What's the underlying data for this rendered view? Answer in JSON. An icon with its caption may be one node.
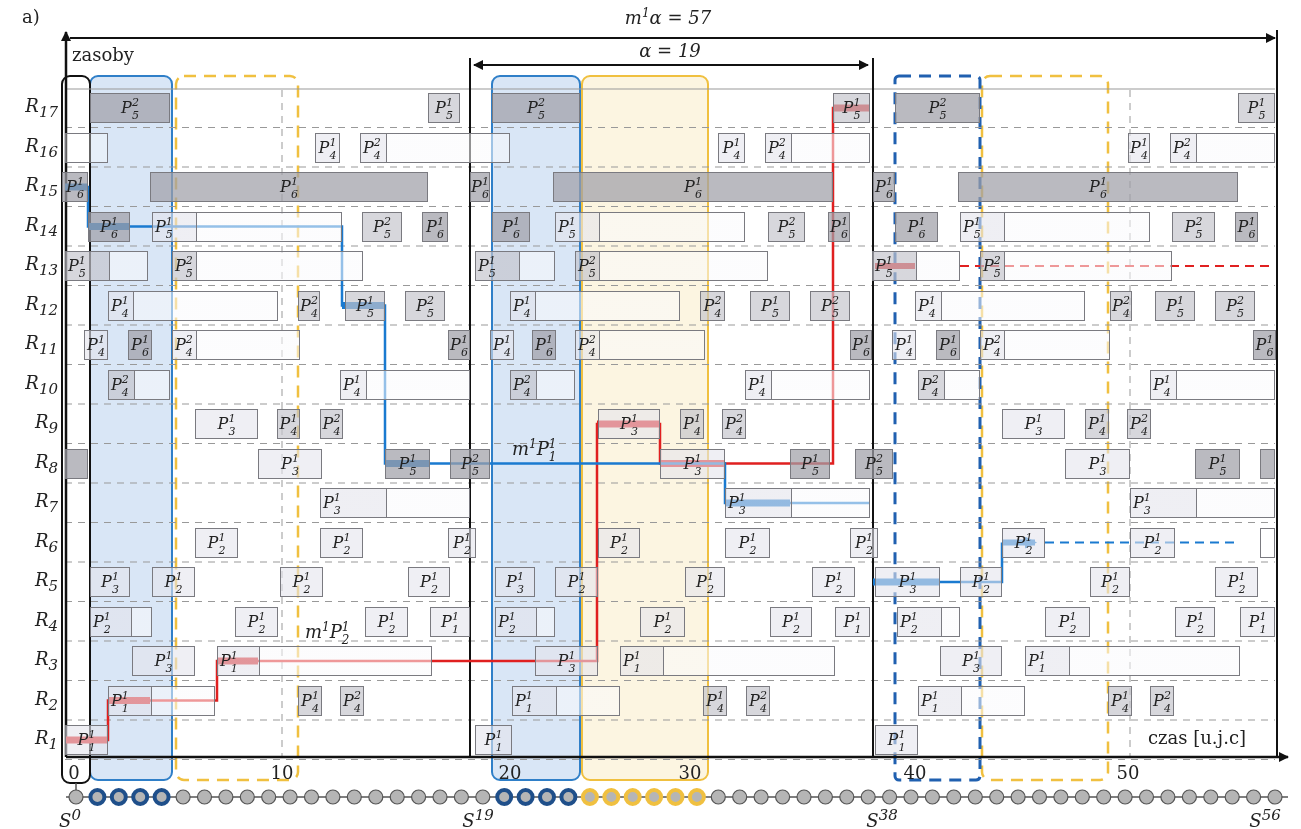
{
  "diagram": {
    "nodes": [
      {
        "text": [
          "P$_{5}$$^{2}$"
        ]
      },
      {
        "text": [
          "P$_{5}$$^{1}$"
        ]
      },
      {
        "text": [
          "P$_{5}$$^{2}$"
        ]
      },
      {
        "text": [
          "P$_{5}$$^{1}$"
        ]
      },
      {
        "text": [
          "P$_{5}$$^{2}$"
        ]
      },
      {
        "text": [
          "P$_{5}$$^{1}$"
        ]
      },
      {
        "text": [],
        "shape": "box"
      },
      {
        "text": [
          "P$_{4}$$^{1}$"
        ]
      },
      {
        "text": [
          "P$_{4}$$^{2}$"
        ]
      },
      {
        "text": [
          "P$_{4}$$^{1}$"
        ]
      },
      {
        "text": [
          "P$_{4}$$^{2}$"
        ]
      },
      {
        "text": [
          "P$_{4}$$^{1}$"
        ]
      },
      {
        "text": [
          "P$_{4}$$^{2}$"
        ]
      },
      {
        "text": [
          "P$_{6}$$^{1}$"
        ]
      },
      {
        "text": [
          "P$_{6}$$^{1}$"
        ]
      },
      {
        "text": [
          "P$_{6}$$^{1}$"
        ]
      },
      {
        "text": [
          "P$_{6}$$^{1}$"
        ]
      },
      {
        "text": [
          "P$_{6}$$^{1}$"
        ]
      },
      {
        "text": [
          "P$_{6}$$^{1}$"
        ]
      },
      {
        "text": [
          "P$_{6}$$^{1}$"
        ]
      },
      {
        "text": [
          "P$_{5}$$^{1}$"
        ]
      },
      {
        "text": [
          "P$_{5}$$^{2}$"
        ]
      },
      {
        "text": [
          "P$_{6}$$^{1}$"
        ]
      },
      {
        "text": [
          "P$_{6}$$^{1}$"
        ]
      },
      {
        "text": [
          "P$_{5}$$^{1}$"
        ]
      },
      {
        "text": [
          "P$_{5}$$^{2}$"
        ]
      },
      {
        "text": [
          "P$_{6}$$^{1}$"
        ]
      },
      {
        "text": [
          "P$_{6}$$^{1}$"
        ]
      },
      {
        "text": [
          "P$_{5}$$^{1}$"
        ]
      },
      {
        "text": [
          "P$_{5}$$^{2}$"
        ]
      },
      {
        "text": [
          "P$_{6}$$^{1}$"
        ]
      },
      {
        "text": [
          "P$_{5}$$^{1}$"
        ]
      },
      {
        "text": [
          "P$_{5}$$^{2}$"
        ]
      },
      {
        "text": [
          "P$_{5}$$^{1}$"
        ]
      },
      {
        "text": [
          "P$_{5}$$^{2}$"
        ]
      },
      {
        "text": [
          "P$_{5}$$^{1}$"
        ]
      },
      {
        "text": [
          "P$_{5}$$^{2}$"
        ]
      },
      {
        "text": [
          "P$_{4}$$^{1}$"
        ]
      },
      {
        "text": [
          "P$_{4}$$^{2}$"
        ]
      },
      {
        "text": [
          "P$_{5}$$^{1}$"
        ]
      },
      {
        "text": [
          "P$_{5}$$^{2}$"
        ]
      },
      {
        "text": [
          "P$_{4}$$^{1}$"
        ]
      },
      {
        "text": [
          "P$_{4}$$^{2}$"
        ]
      },
      {
        "text": [
          "P$_{5}$$^{1}$"
        ]
      },
      {
        "text": [
          "P$_{5}$$^{2}$"
        ]
      },
      {
        "text": [
          "P$_{4}$$^{1}$"
        ]
      },
      {
        "text": [
          "P$_{4}$$^{2}$"
        ]
      },
      {
        "text": [
          "P$_{5}$$^{1}$"
        ]
      },
      {
        "text": [
          "P$_{5}$$^{2}$"
        ]
      },
      {
        "text": [
          "P$_{4}$$^{1}$"
        ]
      },
      {
        "text": [
          "P$_{6}$$^{1}$"
        ]
      },
      {
        "text": [
          "P$_{4}$$^{2}$"
        ]
      },
      {
        "text": [
          "P$_{6}$$^{1}$"
        ]
      },
      {
        "text": [
          "P$_{4}$$^{1}$"
        ]
      },
      {
        "text": [
          "P$_{6}$$^{1}$"
        ]
      },
      {
        "text": [
          "P$_{4}$$^{2}$"
        ]
      },
      {
        "text": [
          "P$_{6}$$^{1}$"
        ]
      },
      {
        "text": [
          "P$_{4}$$^{1}$"
        ]
      },
      {
        "text": [
          "P$_{6}$$^{1}$"
        ]
      },
      {
        "text": [
          "P$_{4}$$^{2}$"
        ]
      },
      {
        "text": [
          "P$_{6}$$^{1}$"
        ]
      },
      {
        "text": [
          "P$_{4}$$^{2}$"
        ]
      },
      {
        "text": [
          "P$_{4}$$^{1}$"
        ]
      },
      {
        "text": [
          "P$_{4}$$^{2}$"
        ]
      },
      {
        "text": [
          "P$_{4}$$^{1}$"
        ]
      },
      {
        "text": [
          "P$_{4}$$^{2}$"
        ]
      },
      {
        "text": [
          "P$_{4}$$^{1}$"
        ]
      },
      {
        "text": [
          "P$_{3}$$^{1}$"
        ]
      },
      {
        "text": [
          "P$_{4}$$^{1}$"
        ]
      },
      {
        "text": [
          "P$_{4}$$^{2}$"
        ]
      },
      {
        "text": [
          "P$_{3}$$^{1}$"
        ]
      },
      {
        "text": [
          "P$_{4}$$^{1}$"
        ]
      },
      {
        "text": [
          "P$_{4}$$^{2}$"
        ]
      },
      {
        "text": [
          "P$_{3}$$^{1}$"
        ]
      },
      {
        "text": [
          "P$_{4}$$^{1}$"
        ]
      },
      {
        "text": [
          "P$_{4}$$^{2}$"
        ]
      },
      {
        "text": [],
        "shape": "box"
      },
      {
        "text": [
          "P$_{3}$$^{1}$"
        ]
      },
      {
        "text": [
          "P$_{5}$$^{1}$"
        ]
      },
      {
        "text": [
          "P$_{5}$$^{2}$"
        ]
      },
      {
        "text": [
          "P$_{3}$$^{1}$"
        ]
      },
      {
        "text": [
          "P$_{5}$$^{1}$"
        ]
      },
      {
        "text": [
          "P$_{5}$$^{2}$"
        ]
      },
      {
        "text": [
          "P$_{3}$$^{1}$"
        ]
      },
      {
        "text": [
          "P$_{5}$$^{1}$"
        ]
      },
      {
        "text": [],
        "shape": "box"
      },
      {
        "text": [
          "P$_{3}$$^{1}$"
        ]
      },
      {
        "text": [
          "P$_{3}$$^{1}$"
        ]
      },
      {
        "text": [
          "P$_{3}$$^{1}$"
        ]
      },
      {
        "text": [
          "P$_{2}$$^{1}$"
        ]
      },
      {
        "text": [
          "P$_{2}$$^{1}$"
        ]
      },
      {
        "text": [
          "P$_{2}$$^{1}$"
        ]
      },
      {
        "text": [
          "P$_{2}$$^{1}$"
        ]
      },
      {
        "text": [
          "P$_{2}$$^{1}$"
        ]
      },
      {
        "text": [
          "P$_{2}$$^{1}$"
        ]
      },
      {
        "text": [
          "P$_{2}$$^{1}$"
        ]
      },
      {
        "text": [
          "P$_{2}$$^{1}$"
        ]
      },
      {
        "text": [],
        "shape": "box"
      },
      {
        "text": [
          "P$_{3}$$^{1}$"
        ]
      },
      {
        "text": [
          "P$_{2}$$^{1}$"
        ]
      },
      {
        "text": [
          "P$_{2}$$^{1}$"
        ]
      },
      {
        "text": [
          "P$_{2}$$^{1}$"
        ]
      },
      {
        "text": [
          "P$_{3}$$^{1}$"
        ]
      },
      {
        "text": [
          "P$_{2}$$^{1}$"
        ]
      },
      {
        "text": [
          "P$_{2}$$^{1}$"
        ]
      },
      {
        "text": [
          "P$_{2}$$^{1}$"
        ]
      },
      {
        "text": [
          "P$_{3}$$^{1}$"
        ]
      },
      {
        "text": [
          "P$_{2}$$^{1}$"
        ]
      },
      {
        "text": [
          "P$_{2}$$^{1}$"
        ]
      },
      {
        "text": [
          "P$_{2}$$^{1}$"
        ]
      },
      {
        "text": [
          "P$_{2}$$^{1}$"
        ]
      },
      {
        "text": [
          "P$_{2}$$^{1}$"
        ]
      },
      {
        "text": [
          "P$_{2}$$^{1}$"
        ]
      },
      {
        "text": [
          "P$_{1}$$^{1}$"
        ]
      },
      {
        "text": [
          "P$_{2}$$^{1}$"
        ]
      },
      {
        "text": [
          "P$_{2}$$^{1}$"
        ]
      },
      {
        "text": [
          "P$_{2}$$^{1}$"
        ]
      },
      {
        "text": [
          "P$_{1}$$^{1}$"
        ]
      },
      {
        "text": [
          "P$_{2}$$^{1}$"
        ]
      },
      {
        "text": [
          "P$_{2}$$^{1}$"
        ]
      },
      {
        "text": [
          "P$_{2}$$^{1}$"
        ]
      },
      {
        "text": [
          "P$_{1}$$^{1}$"
        ]
      },
      {
        "text": [
          "P$_{3}$$^{1}$"
        ]
      },
      {
        "text": [
          "P$_{1}$$^{1}$"
        ]
      },
      {
        "text": [
          "P$_{3}$$^{1}$"
        ]
      },
      {
        "text": [
          "P$_{1}$$^{1}$"
        ]
      },
      {
        "text": [
          "P$_{3}$$^{1}$"
        ]
      },
      {
        "text": [
          "P$_{1}$$^{1}$"
        ]
      },
      {
        "text": [
          "P$_{1}$$^{1}$"
        ]
      },
      {
        "text": [
          "P$_{4}$$^{1}$"
        ]
      },
      {
        "text": [
          "P$_{4}$$^{2}$"
        ]
      },
      {
        "text": [
          "P$_{1}$$^{1}$"
        ]
      },
      {
        "text": [
          "P$_{4}$$^{1}$"
        ]
      },
      {
        "text": [
          "P$_{4}$$^{2}$"
        ]
      },
      {
        "text": [
          "P$_{1}$$^{1}$"
        ]
      },
      {
        "text": [
          "P$_{4}$$^{1}$"
        ]
      },
      {
        "text": [
          "P$_{4}$$^{2}$"
        ]
      },
      {
        "text": [
          "P$_{1}$$^{1}$"
        ]
      },
      {
        "text": [
          "P$_{1}$$^{1}$"
        ]
      },
      {
        "text": [
          "P$_{1}$$^{1}$"
        ]
      }
    ],
    "edges": [
      {
        "from": 35,
        "to": null,
        "arrow": "none",
        "style": "dashed",
        "color": "#e02020"
      },
      {
        "from": 95,
        "to": null,
        "arrow": "none",
        "style": "dashed",
        "color": "#1a7ad0"
      }
    ],
    "labels": [
      "a)",
      "m$^{1}$α = 57",
      "zasoby",
      "α = 19",
      "R$_{17}$",
      "R$_{16}$",
      "R$_{15}$",
      "R$_{14}$",
      "R$_{13}$",
      "R$_{12}$",
      "R$_{11}$",
      "R$_{10}$",
      "R$_{9}$",
      "R$_{8}$",
      "R$_{7}$",
      "R$_{6}$",
      "R$_{5}$",
      "R$_{4}$",
      "R$_{3}$",
      "R$_{2}$",
      "R$_{1}$",
      "m$^{1}$P$_{1}$$^{1}$",
      "m$^{1}$P$_{2}$$^{1}$",
      "czas [u.j.c]",
      "0",
      "10",
      "20",
      "30",
      "40",
      "50",
      "S$^{0}$",
      "S$^{19}$",
      "S$^{38}$",
      "S$^{56}$"
    ]
  }
}
